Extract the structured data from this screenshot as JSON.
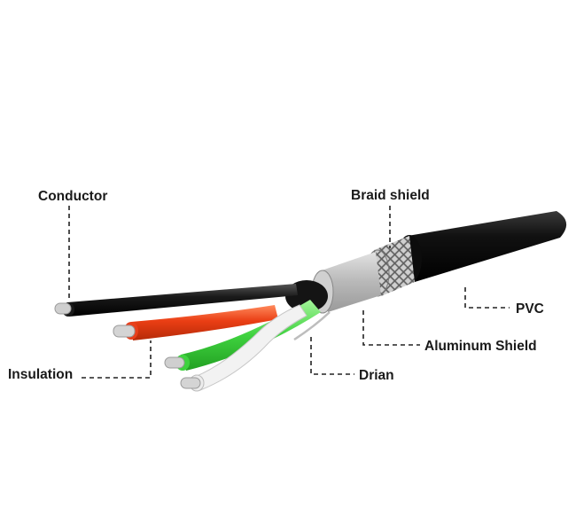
{
  "labels": {
    "conductor": "Conductor",
    "insulation": "Insulation",
    "braid_shield": "Braid shield",
    "pvc": "PVC",
    "aluminum_shield": "Aluminum Shield",
    "drain": "Drian"
  },
  "colors": {
    "jacket": "#1c1c1c",
    "braid": "#9a9a9a",
    "aluminum": "#c4c4c4",
    "wire_black": "#1a1a1a",
    "wire_red": "#e8401c",
    "wire_green": "#3fd23f",
    "wire_white": "#f0f0f0",
    "conductor_metal": "#c9c9c9"
  }
}
